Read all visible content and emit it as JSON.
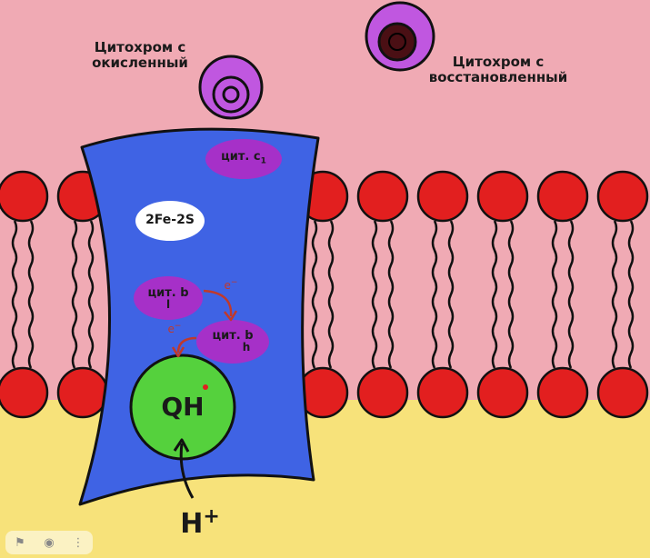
{
  "labels": {
    "cyt_c_oxidized": "Цитохром с\nокисленный",
    "cyt_c_reduced": "Цитохром с\nвосстановленный",
    "cyt_c1": "цит. c",
    "cyt_c1_sub": "1",
    "fe_s": "2Fe-2S",
    "cyt_bl": "цит. b",
    "cyt_bl_sub": "l",
    "cyt_bh": "цит. b",
    "cyt_bh_sub": "h",
    "electron_1": "e",
    "electron_2": "e",
    "electron_sup": "−",
    "qh": "QH",
    "proton": "H",
    "proton_sup": "+"
  },
  "icons": [
    "bookmark-icon",
    "camera-icon",
    "more-vertical-icon"
  ],
  "colors": {
    "intermembrane": "#f0aab4",
    "matrix": "#f7e27a",
    "lipid_head": "#e21f1f",
    "protein": "#3f63e4",
    "heme": "#a630c8",
    "fe_s": "#ffffff",
    "ubiquinol": "#55d13d",
    "cytochrome_outer": "#c057e0",
    "cytochrome_inner_dark": "#4a0f14",
    "arrow": "#c0392b"
  }
}
